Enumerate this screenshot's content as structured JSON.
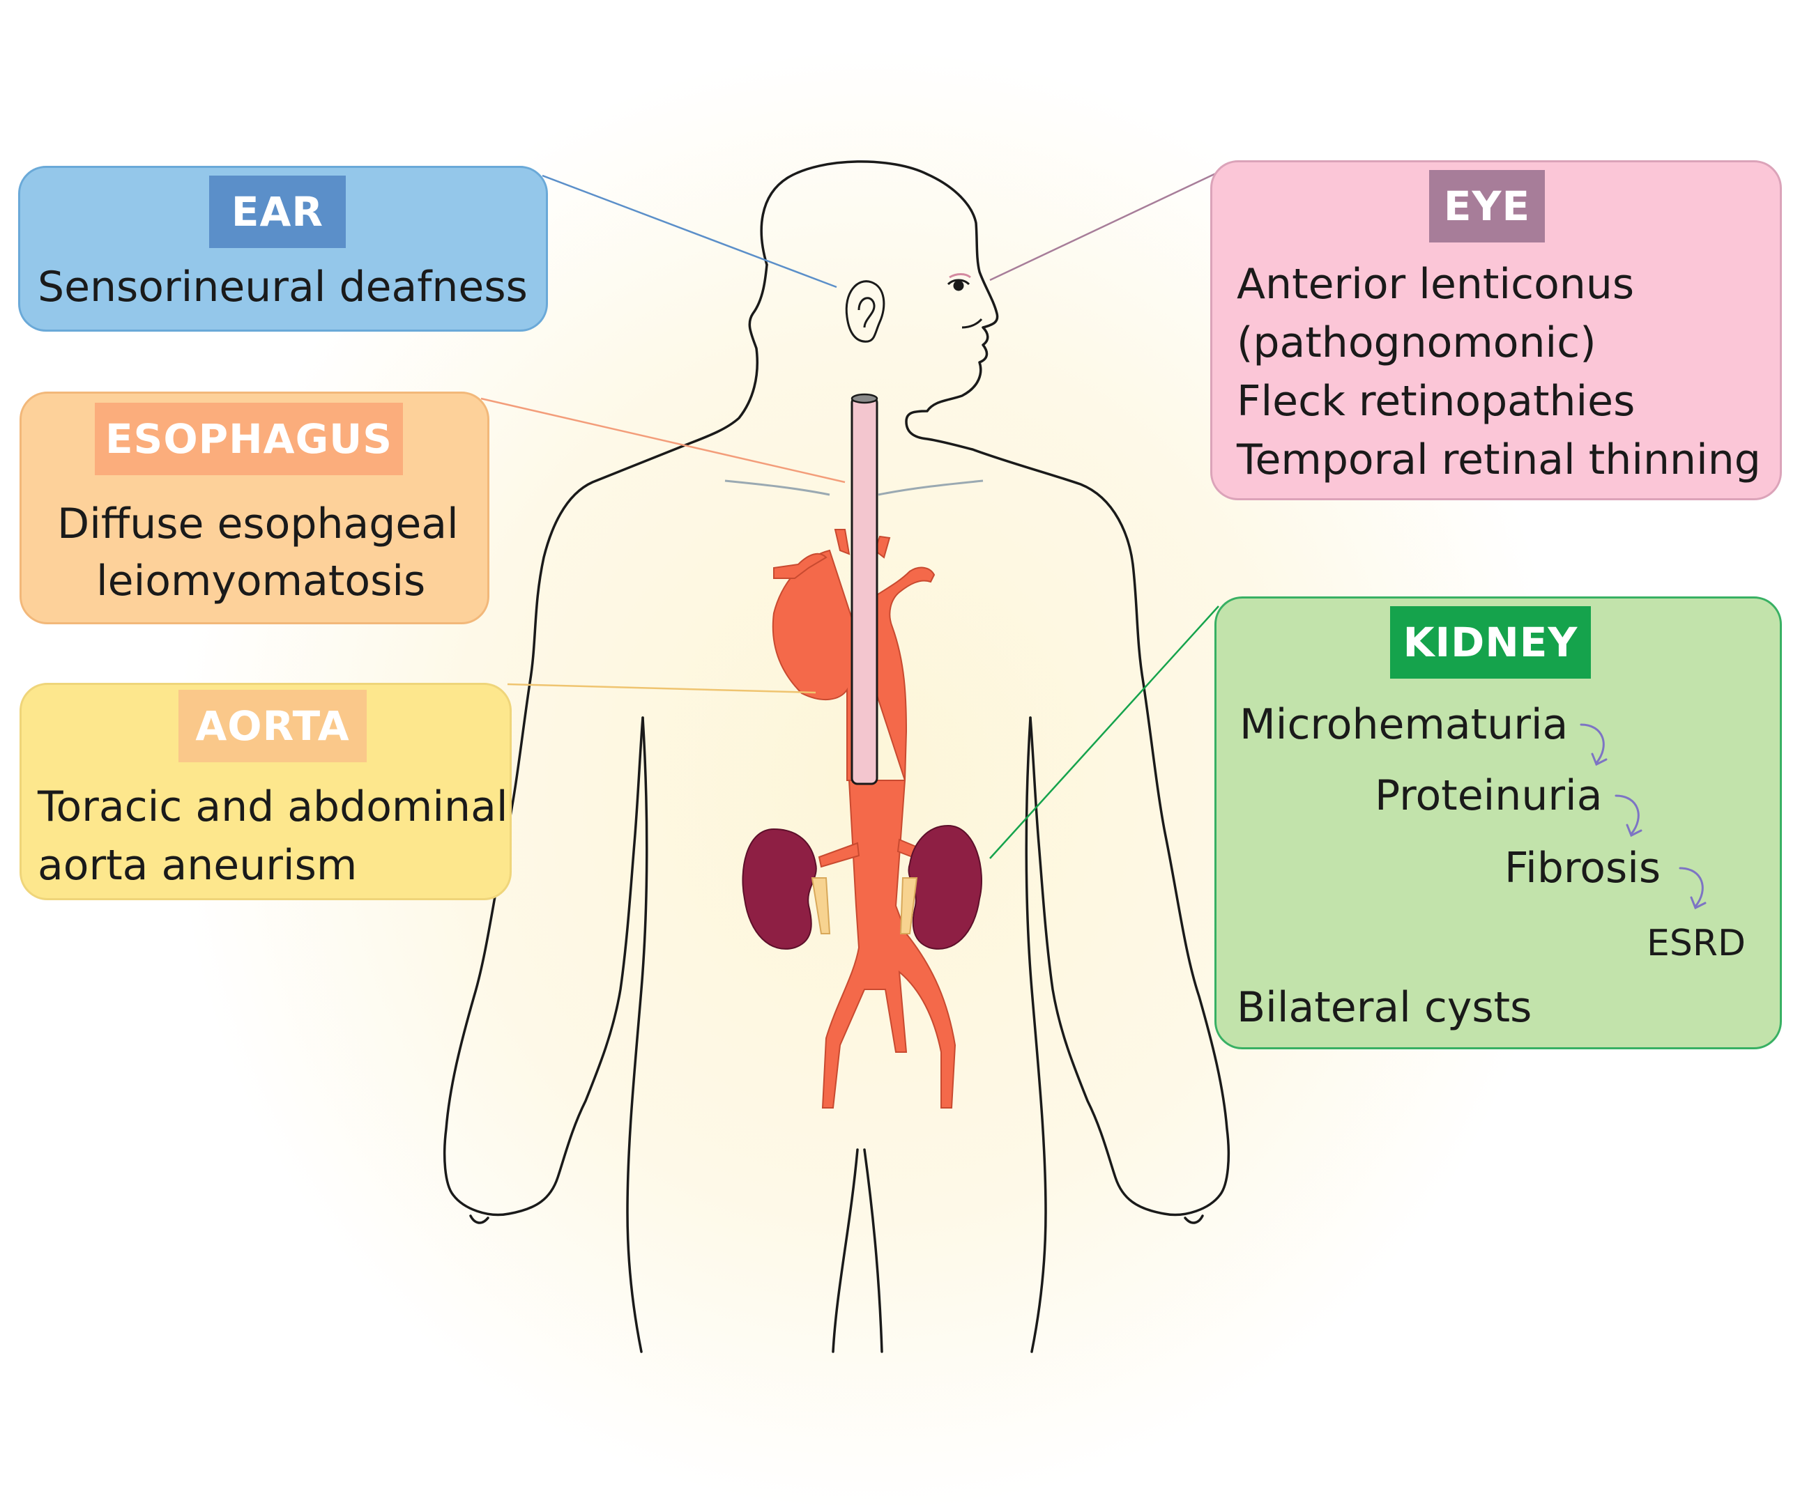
{
  "ear": {
    "title": "EAR",
    "lines": [
      "Sensorineural deafness"
    ]
  },
  "esophagus": {
    "title": "ESOPHAGUS",
    "lines": [
      "Diffuse esophageal",
      "leiomyomatosis"
    ]
  },
  "aorta": {
    "title": "AORTA",
    "lines": [
      "Toracic and abdominal",
      "aorta aneurism"
    ]
  },
  "eye": {
    "title": "EYE",
    "lines": [
      "Anterior lenticonus",
      "(pathognomonic)",
      "Fleck retinopathies",
      "Temporal retinal thinning"
    ]
  },
  "kidney": {
    "title": "KIDNEY",
    "progression": [
      "Microhematuria",
      "Proteinuria",
      "Fibrosis",
      "ESRD"
    ],
    "extra": "Bilateral cysts"
  },
  "colors": {
    "ear": "#94c7ea",
    "esophagus": "#fdd19a",
    "aorta": "#fde78d",
    "eye": "#fbc6d7",
    "kidney": "#c2e3ab",
    "artery": "#f4694a",
    "kidney_organ": "#8e1f44",
    "arrow": "#7d74c4"
  }
}
